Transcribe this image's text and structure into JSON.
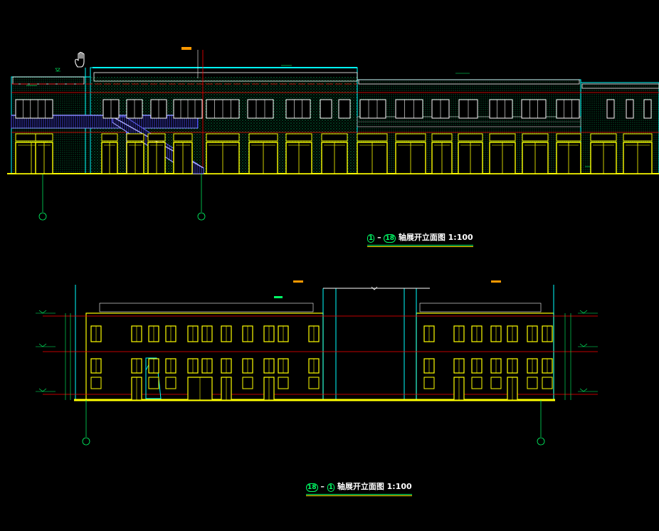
{
  "captions": {
    "top": {
      "axis_a": "1",
      "axis_b": "18",
      "title": "轴展开立面图 1:100"
    },
    "bottom": {
      "axis_a": "18",
      "axis_b": "1",
      "title": "轴展开立面图 1:100"
    }
  },
  "colors": {
    "background": "#000000",
    "yellow": "#ffff00",
    "cyan": "#00ffff",
    "green": "#00ff66",
    "red": "#ff0000",
    "blue": "#3333ff",
    "white": "#ffffff",
    "magenta": "#ff00ff"
  },
  "icons": {
    "pan": "hand-pan-icon"
  }
}
